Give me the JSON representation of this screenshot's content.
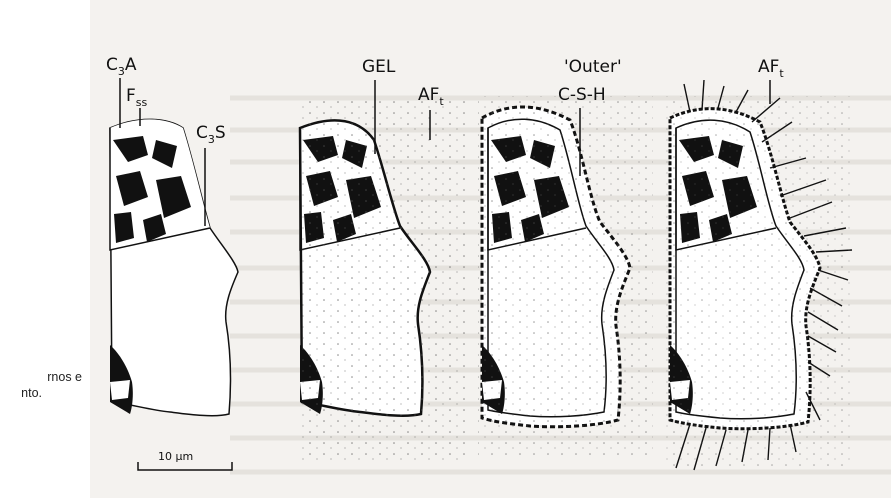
{
  "caption": {
    "line1": "rnos   e",
    "line2": "nto."
  },
  "labels": {
    "c3a": {
      "main": "C",
      "sub": "3",
      "tail": "A"
    },
    "fss": {
      "main": "F",
      "sub": "ss"
    },
    "c3s": {
      "main": "C",
      "sub": "3",
      "tail": "S"
    },
    "gel": "GEL",
    "aft_2": {
      "main": "AF",
      "sub": "t"
    },
    "outer": "'Outer'",
    "csh": "C-S-H",
    "aft_4": {
      "main": "AF",
      "sub": "t"
    }
  },
  "scale_bar": {
    "label": "10 μm"
  }
}
